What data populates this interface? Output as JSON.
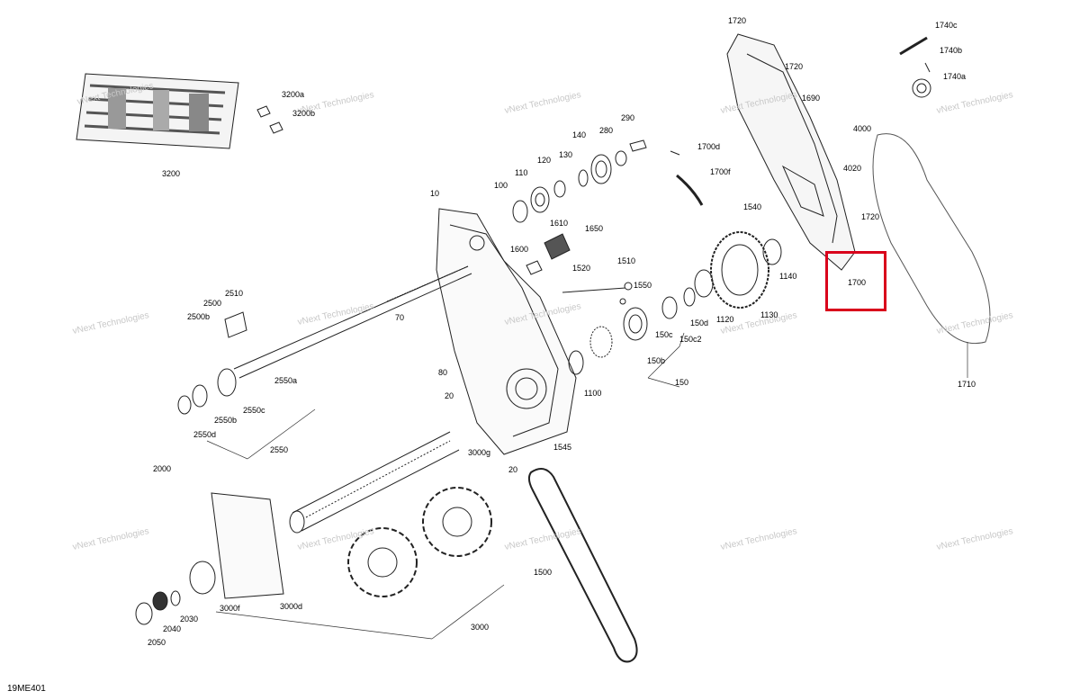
{
  "diagram_id": "19ME401",
  "watermark": "vNext Technologies",
  "highlight": {
    "part": "1700",
    "color": "#d9001b"
  },
  "parts": {
    "p3200": "3200",
    "p3200a": "3200a",
    "p3200b": "3200b",
    "p10": "10",
    "p100": "100",
    "p110": "110",
    "p120": "120",
    "p130": "130",
    "p140": "140",
    "p280": "280",
    "p290": "290",
    "p1720a": "1720",
    "p1720b": "1720",
    "p1720c": "1720",
    "p1740c": "1740c",
    "p1740b": "1740b",
    "p1740a": "1740a",
    "p1690": "1690",
    "p4000": "4000",
    "p4020": "4020",
    "p1700d": "1700d",
    "p1700f": "1700f",
    "p1700": "1700",
    "p1540": "1540",
    "p1610": "1610",
    "p1650": "1650",
    "p1600": "1600",
    "p1520": "1520",
    "p1510": "1510",
    "p1550": "1550",
    "p1140": "1140",
    "p1130": "1130",
    "p1120": "1120",
    "p150d": "150d",
    "p150c": "150c",
    "p150c2": "150c2",
    "p150b": "150b",
    "p150": "150",
    "p1100": "1100",
    "p1710": "1710",
    "p2510": "2510",
    "p2500": "2500",
    "p2500b": "2500b",
    "p2550a": "2550a",
    "p2550c": "2550c",
    "p2550b": "2550b",
    "p2550d": "2550d",
    "p2550": "2550",
    "p70": "70",
    "p80": "80",
    "p20a": "20",
    "p20b": "20",
    "p1545": "1545",
    "p3000g": "3000g",
    "p2000": "2000",
    "p3000f": "3000f",
    "p3000d": "3000d",
    "p2030": "2030",
    "p2040": "2040",
    "p2050": "2050",
    "p3000": "3000",
    "p1500": "1500"
  }
}
